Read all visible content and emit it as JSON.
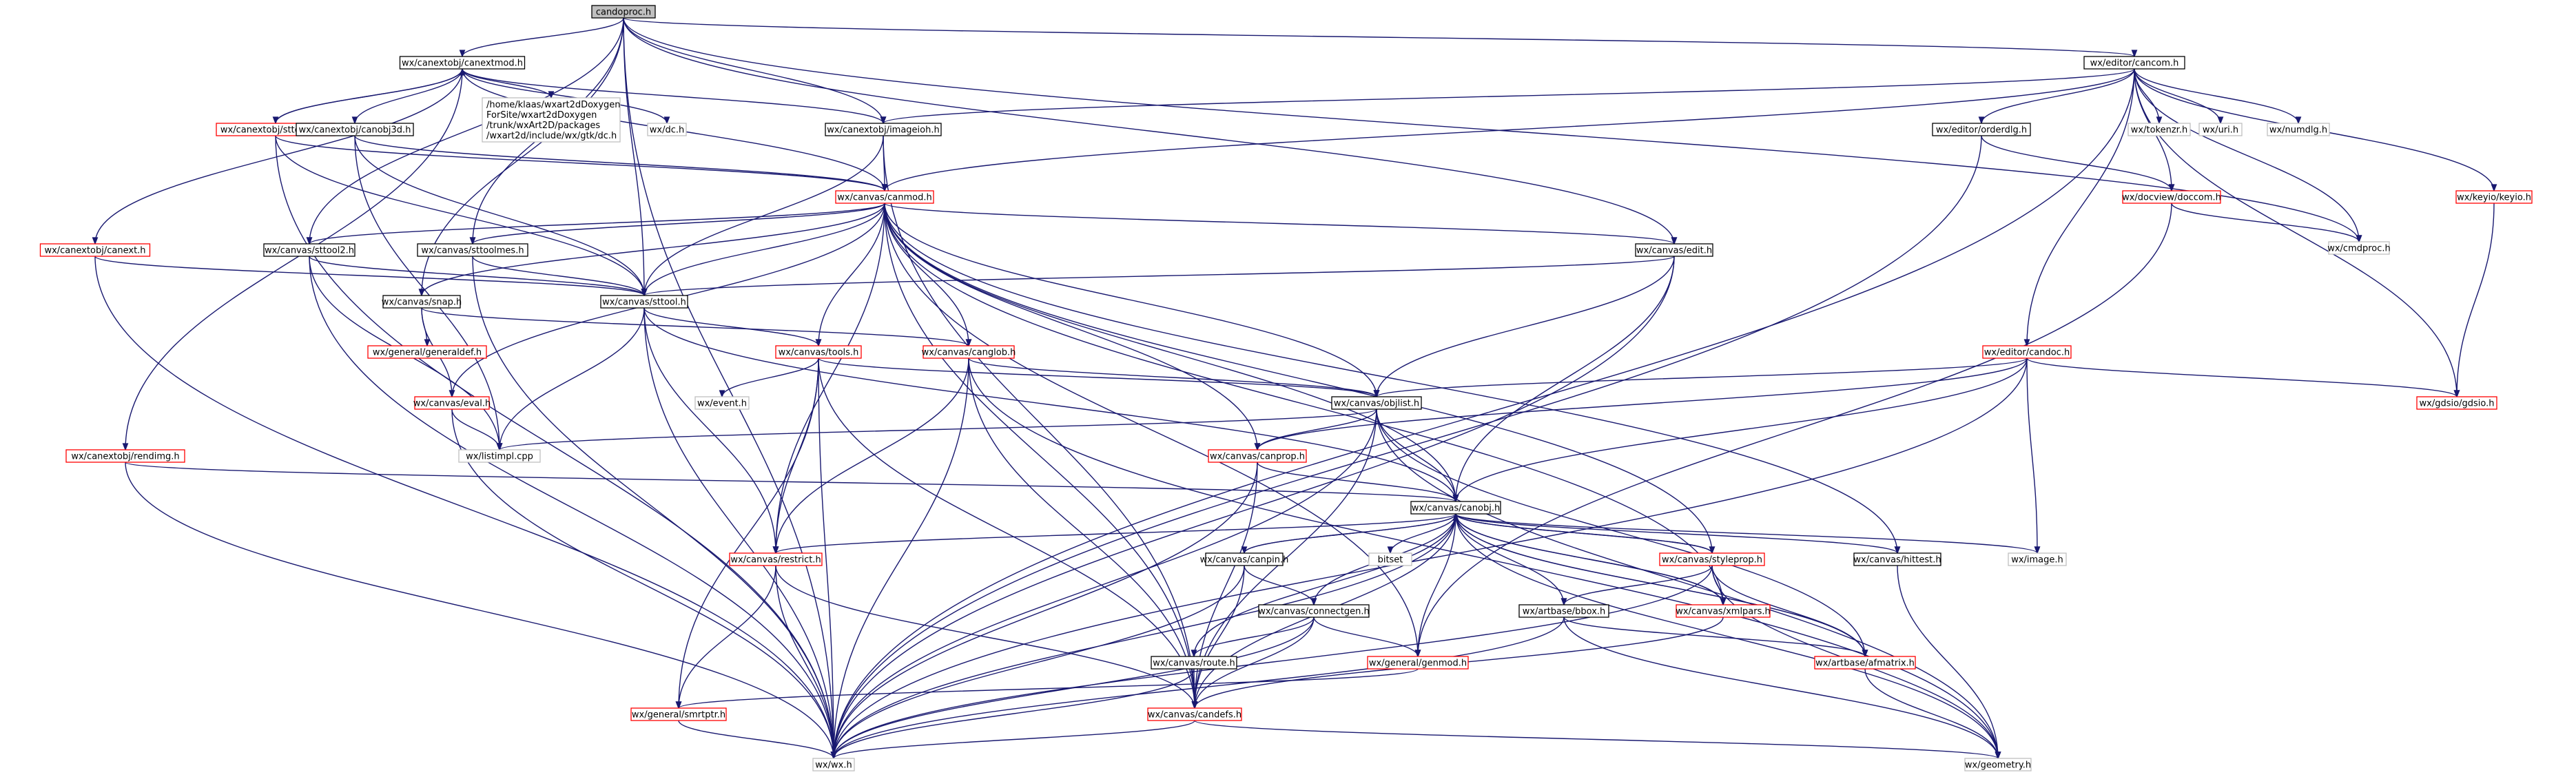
{
  "colors": {
    "background": "#ffffff",
    "root_fill": "#bfbfbf",
    "node_border_documented": "#000000",
    "node_border_has_more": "#ff0000",
    "node_border_external": "#bfbfbf",
    "edge_main": "#191970",
    "edge_light": "#a9a9a9",
    "edge_dark": "#000080",
    "text": "#000000"
  },
  "nodes": [
    {
      "id": "root",
      "label": "candoproc.h",
      "kind": "root"
    },
    {
      "id": "canextmod",
      "label": "wx/canextobj/canextmod.h",
      "kind": "doc"
    },
    {
      "id": "cancom",
      "label": "wx/editor/cancom.h",
      "kind": "doc"
    },
    {
      "id": "sttoolext",
      "label": "wx/canextobj/sttoolext.h",
      "kind": "more"
    },
    {
      "id": "canobj3d",
      "label": "wx/canextobj/canobj3d.h",
      "kind": "doc"
    },
    {
      "id": "gtkdc",
      "label": "/home/klaas/wxart2dDoxygen\nForSite/wxart2dDoxygen\n/trunk/wxArt2D/packages\n/wxart2d/include/wx/gtk/dc.h",
      "kind": "external"
    },
    {
      "id": "dch",
      "label": "wx/dc.h",
      "kind": "external"
    },
    {
      "id": "imageioh",
      "label": "wx/canextobj/imageioh.h",
      "kind": "doc"
    },
    {
      "id": "orderdlg",
      "label": "wx/editor/orderdlg.h",
      "kind": "doc"
    },
    {
      "id": "tokenzr",
      "label": "wx/tokenzr.h",
      "kind": "external"
    },
    {
      "id": "uri",
      "label": "wx/uri.h",
      "kind": "external"
    },
    {
      "id": "numdlg",
      "label": "wx/numdlg.h",
      "kind": "external"
    },
    {
      "id": "canext",
      "label": "wx/canextobj/canext.h",
      "kind": "more"
    },
    {
      "id": "canmod",
      "label": "wx/canvas/canmod.h",
      "kind": "more"
    },
    {
      "id": "docviewdoccom",
      "label": "wx/docview/doccom.h",
      "kind": "more"
    },
    {
      "id": "keyio",
      "label": "wx/keyio/keyio.h",
      "kind": "more"
    },
    {
      "id": "sttool2",
      "label": "wx/canvas/sttool2.h",
      "kind": "doc"
    },
    {
      "id": "sttoolmes",
      "label": "wx/canvas/sttoolmes.h",
      "kind": "doc"
    },
    {
      "id": "edit",
      "label": "wx/canvas/edit.h",
      "kind": "doc"
    },
    {
      "id": "cmdproc",
      "label": "wx/cmdproc.h",
      "kind": "external"
    },
    {
      "id": "snap",
      "label": "wx/canvas/snap.h",
      "kind": "doc"
    },
    {
      "id": "sttool",
      "label": "wx/canvas/sttool.h",
      "kind": "doc"
    },
    {
      "id": "generaldef",
      "label": "wx/general/generaldef.h",
      "kind": "more"
    },
    {
      "id": "tools",
      "label": "wx/canvas/tools.h",
      "kind": "more"
    },
    {
      "id": "canglob",
      "label": "wx/canvas/canglob.h",
      "kind": "more"
    },
    {
      "id": "candoc",
      "label": "wx/editor/candoc.h",
      "kind": "more"
    },
    {
      "id": "eventh",
      "label": "wx/event.h",
      "kind": "external"
    },
    {
      "id": "objlist",
      "label": "wx/canvas/objlist.h",
      "kind": "doc"
    },
    {
      "id": "eval",
      "label": "wx/canvas/eval.h",
      "kind": "more"
    },
    {
      "id": "gdsio",
      "label": "wx/gdsio/gdsio.h",
      "kind": "more"
    },
    {
      "id": "rendimg",
      "label": "wx/canextobj/rendimg.h",
      "kind": "more"
    },
    {
      "id": "listimpl",
      "label": "wx/listimpl.cpp",
      "kind": "external"
    },
    {
      "id": "canprop",
      "label": "wx/canvas/canprop.h",
      "kind": "more"
    },
    {
      "id": "canobj",
      "label": "wx/canvas/canobj.h",
      "kind": "doc"
    },
    {
      "id": "restrict",
      "label": "wx/canvas/restrict.h",
      "kind": "more"
    },
    {
      "id": "canpin",
      "label": "wx/canvas/canpin.h",
      "kind": "doc"
    },
    {
      "id": "bitset",
      "label": "bitset",
      "kind": "external"
    },
    {
      "id": "styleprop",
      "label": "wx/canvas/styleprop.h",
      "kind": "more"
    },
    {
      "id": "hittest",
      "label": "wx/canvas/hittest.h",
      "kind": "doc"
    },
    {
      "id": "image",
      "label": "wx/image.h",
      "kind": "external"
    },
    {
      "id": "connectgen",
      "label": "wx/canvas/connectgen.h",
      "kind": "doc"
    },
    {
      "id": "bbox",
      "label": "wx/artbase/bbox.h",
      "kind": "doc"
    },
    {
      "id": "xmlpars",
      "label": "wx/canvas/xmlpars.h",
      "kind": "more"
    },
    {
      "id": "route",
      "label": "wx/canvas/route.h",
      "kind": "doc"
    },
    {
      "id": "genmod",
      "label": "wx/general/genmod.h",
      "kind": "more"
    },
    {
      "id": "afmatrix",
      "label": "wx/artbase/afmatrix.h",
      "kind": "more"
    },
    {
      "id": "smrtptr",
      "label": "wx/general/smrtptr.h",
      "kind": "more"
    },
    {
      "id": "candefs",
      "label": "wx/canvas/candefs.h",
      "kind": "more"
    },
    {
      "id": "wxh",
      "label": "wx/wx.h",
      "kind": "external"
    },
    {
      "id": "geometry",
      "label": "wx/geometry.h",
      "kind": "external"
    }
  ],
  "edges": [
    {
      "from": "root",
      "to": "canextmod",
      "style": "main"
    },
    {
      "from": "root",
      "to": "cancom",
      "style": "main"
    },
    {
      "from": "root",
      "to": "imageioh",
      "style": "main"
    },
    {
      "from": "root",
      "to": "sttoolmes",
      "style": "main"
    },
    {
      "from": "root",
      "to": "sttool",
      "style": "main"
    },
    {
      "from": "root",
      "to": "edit",
      "style": "main"
    },
    {
      "from": "root",
      "to": "snap",
      "style": "main"
    },
    {
      "from": "root",
      "to": "sttool2",
      "style": "main"
    },
    {
      "from": "root",
      "to": "cmdproc",
      "style": "main"
    },
    {
      "from": "root",
      "to": "wxh",
      "style": "main"
    },
    {
      "from": "canextmod",
      "to": "sttoolext",
      "style": "main"
    },
    {
      "from": "canextmod",
      "to": "canobj3d",
      "style": "main"
    },
    {
      "from": "canextmod",
      "to": "gtkdc",
      "style": "main"
    },
    {
      "from": "canextmod",
      "to": "dch",
      "style": "main"
    },
    {
      "from": "canextmod",
      "to": "imageioh",
      "style": "main"
    },
    {
      "from": "canextmod",
      "to": "canext",
      "style": "main"
    },
    {
      "from": "canextmod",
      "to": "rendimg",
      "style": "main"
    },
    {
      "from": "canextmod",
      "to": "canmod",
      "style": "main"
    },
    {
      "from": "sttoolext",
      "to": "canextmod",
      "style": "main"
    },
    {
      "from": "sttoolext",
      "to": "canmod",
      "style": "main"
    },
    {
      "from": "sttoolext",
      "to": "sttool",
      "style": "main"
    },
    {
      "from": "sttoolext",
      "to": "wxh",
      "style": "main"
    },
    {
      "from": "canobj3d",
      "to": "canmod",
      "style": "main"
    },
    {
      "from": "canobj3d",
      "to": "sttool",
      "style": "main"
    },
    {
      "from": "canobj3d",
      "to": "listimpl",
      "style": "main"
    },
    {
      "from": "imageioh",
      "to": "canmod",
      "style": "main"
    },
    {
      "from": "imageioh",
      "to": "sttool",
      "style": "main"
    },
    {
      "from": "imageioh",
      "to": "candefs",
      "style": "main"
    },
    {
      "from": "cancom",
      "to": "imageioh",
      "style": "main"
    },
    {
      "from": "cancom",
      "to": "orderdlg",
      "style": "main"
    },
    {
      "from": "cancom",
      "to": "tokenzr",
      "style": "main"
    },
    {
      "from": "cancom",
      "to": "uri",
      "style": "main"
    },
    {
      "from": "cancom",
      "to": "numdlg",
      "style": "main"
    },
    {
      "from": "cancom",
      "to": "keyio",
      "style": "main"
    },
    {
      "from": "cancom",
      "to": "docviewdoccom",
      "style": "main"
    },
    {
      "from": "cancom",
      "to": "cmdproc",
      "style": "main"
    },
    {
      "from": "cancom",
      "to": "candoc",
      "style": "main"
    },
    {
      "from": "cancom",
      "to": "gdsio",
      "style": "main"
    },
    {
      "from": "cancom",
      "to": "canmod",
      "style": "main"
    },
    {
      "from": "cancom",
      "to": "wxh",
      "style": "main"
    },
    {
      "from": "orderdlg",
      "to": "docviewdoccom",
      "style": "main"
    },
    {
      "from": "orderdlg",
      "to": "wxh",
      "style": "main"
    },
    {
      "from": "docviewdoccom",
      "to": "cmdproc",
      "style": "main"
    },
    {
      "from": "docviewdoccom",
      "to": "genmod",
      "style": "main"
    },
    {
      "from": "keyio",
      "to": "gdsio",
      "style": "main"
    },
    {
      "from": "canext",
      "to": "sttool",
      "style": "main"
    },
    {
      "from": "canext",
      "to": "wxh",
      "style": "main"
    },
    {
      "from": "canmod",
      "to": "sttool2",
      "style": "main"
    },
    {
      "from": "canmod",
      "to": "sttoolmes",
      "style": "main"
    },
    {
      "from": "canmod",
      "to": "sttool",
      "style": "main"
    },
    {
      "from": "canmod",
      "to": "snap",
      "style": "main"
    },
    {
      "from": "canmod",
      "to": "edit",
      "style": "main"
    },
    {
      "from": "canmod",
      "to": "tools",
      "style": "main"
    },
    {
      "from": "canmod",
      "to": "canglob",
      "style": "main"
    },
    {
      "from": "canmod",
      "to": "objlist",
      "style": "main"
    },
    {
      "from": "canmod",
      "to": "canprop",
      "style": "main"
    },
    {
      "from": "canmod",
      "to": "canobj",
      "style": "main"
    },
    {
      "from": "canmod",
      "to": "restrict",
      "style": "main"
    },
    {
      "from": "canmod",
      "to": "styleprop",
      "style": "main"
    },
    {
      "from": "canmod",
      "to": "hittest",
      "style": "main"
    },
    {
      "from": "canmod",
      "to": "xmlpars",
      "style": "main"
    },
    {
      "from": "canmod",
      "to": "eval",
      "style": "main"
    },
    {
      "from": "canmod",
      "to": "genmod",
      "style": "main"
    },
    {
      "from": "canmod",
      "to": "candefs",
      "style": "main"
    },
    {
      "from": "sttool2",
      "to": "sttool",
      "style": "main"
    },
    {
      "from": "sttool2",
      "to": "listimpl",
      "style": "main"
    },
    {
      "from": "sttool2",
      "to": "wxh",
      "style": "main"
    },
    {
      "from": "sttoolmes",
      "to": "sttool",
      "style": "main"
    },
    {
      "from": "sttoolmes",
      "to": "wxh",
      "style": "main"
    },
    {
      "from": "snap",
      "to": "generaldef",
      "style": "main"
    },
    {
      "from": "snap",
      "to": "eval",
      "style": "main"
    },
    {
      "from": "snap",
      "to": "canglob",
      "style": "main"
    },
    {
      "from": "edit",
      "to": "sttool",
      "style": "main"
    },
    {
      "from": "edit",
      "to": "objlist",
      "style": "main"
    },
    {
      "from": "edit",
      "to": "canobj",
      "style": "main"
    },
    {
      "from": "edit",
      "to": "wxh",
      "style": "main"
    },
    {
      "from": "sttool",
      "to": "tools",
      "style": "main"
    },
    {
      "from": "sttool",
      "to": "listimpl",
      "style": "main"
    },
    {
      "from": "sttool",
      "to": "restrict",
      "style": "main"
    },
    {
      "from": "sttool",
      "to": "canobj",
      "style": "main"
    },
    {
      "from": "sttool",
      "to": "wxh",
      "style": "main"
    },
    {
      "from": "tools",
      "to": "eventh",
      "style": "main"
    },
    {
      "from": "tools",
      "to": "objlist",
      "style": "main"
    },
    {
      "from": "tools",
      "to": "restrict",
      "style": "main"
    },
    {
      "from": "tools",
      "to": "smrtptr",
      "style": "main"
    },
    {
      "from": "tools",
      "to": "candefs",
      "style": "main"
    },
    {
      "from": "tools",
      "to": "wxh",
      "style": "main"
    },
    {
      "from": "canglob",
      "to": "objlist",
      "style": "main"
    },
    {
      "from": "canglob",
      "to": "restrict",
      "style": "main"
    },
    {
      "from": "canglob",
      "to": "candefs",
      "style": "main"
    },
    {
      "from": "canglob",
      "to": "wxh",
      "style": "main"
    },
    {
      "from": "canglob",
      "to": "geometry",
      "style": "main"
    },
    {
      "from": "candoc",
      "to": "objlist",
      "style": "main"
    },
    {
      "from": "candoc",
      "to": "canprop",
      "style": "main"
    },
    {
      "from": "candoc",
      "to": "canobj",
      "style": "main"
    },
    {
      "from": "candoc",
      "to": "gdsio",
      "style": "main"
    },
    {
      "from": "candoc",
      "to": "image",
      "style": "main"
    },
    {
      "from": "candoc",
      "to": "wxh",
      "style": "main"
    },
    {
      "from": "objlist",
      "to": "listimpl",
      "style": "main"
    },
    {
      "from": "objlist",
      "to": "canprop",
      "style": "main"
    },
    {
      "from": "objlist",
      "to": "canobj",
      "style": "main"
    },
    {
      "from": "objlist",
      "to": "afmatrix",
      "style": "main"
    },
    {
      "from": "objlist",
      "to": "candefs",
      "style": "main"
    },
    {
      "from": "objlist",
      "to": "wxh",
      "style": "main"
    },
    {
      "from": "objlist",
      "to": "geometry",
      "style": "main"
    },
    {
      "from": "eval",
      "to": "listimpl",
      "style": "main"
    },
    {
      "from": "eval",
      "to": "wxh",
      "style": "main"
    },
    {
      "from": "rendimg",
      "to": "canobj",
      "style": "main"
    },
    {
      "from": "rendimg",
      "to": "wxh",
      "style": "main"
    },
    {
      "from": "canprop",
      "to": "canobj",
      "style": "main"
    },
    {
      "from": "canprop",
      "to": "candefs",
      "style": "main"
    },
    {
      "from": "canprop",
      "to": "wxh",
      "style": "main"
    },
    {
      "from": "canobj",
      "to": "restrict",
      "style": "main"
    },
    {
      "from": "canobj",
      "to": "canpin",
      "style": "main"
    },
    {
      "from": "canobj",
      "to": "bitset",
      "style": "main"
    },
    {
      "from": "canobj",
      "to": "styleprop",
      "style": "main"
    },
    {
      "from": "canobj",
      "to": "hittest",
      "style": "main"
    },
    {
      "from": "canobj",
      "to": "image",
      "style": "main"
    },
    {
      "from": "canobj",
      "to": "connectgen",
      "style": "main"
    },
    {
      "from": "canobj",
      "to": "bbox",
      "style": "main"
    },
    {
      "from": "canobj",
      "to": "xmlpars",
      "style": "main"
    },
    {
      "from": "canobj",
      "to": "route",
      "style": "main"
    },
    {
      "from": "canobj",
      "to": "genmod",
      "style": "main"
    },
    {
      "from": "canobj",
      "to": "afmatrix",
      "style": "main"
    },
    {
      "from": "canobj",
      "to": "candefs",
      "style": "main"
    },
    {
      "from": "canobj",
      "to": "wxh",
      "style": "main"
    },
    {
      "from": "canobj",
      "to": "geometry",
      "style": "main"
    },
    {
      "from": "restrict",
      "to": "smrtptr",
      "style": "main"
    },
    {
      "from": "restrict",
      "to": "candefs",
      "style": "main"
    },
    {
      "from": "restrict",
      "to": "wxh",
      "style": "main"
    },
    {
      "from": "canpin",
      "to": "canobj",
      "style": "main"
    },
    {
      "from": "canpin",
      "to": "connectgen",
      "style": "main"
    },
    {
      "from": "canpin",
      "to": "candefs",
      "style": "main"
    },
    {
      "from": "canpin",
      "to": "wxh",
      "style": "main"
    },
    {
      "from": "styleprop",
      "to": "canobj",
      "style": "main"
    },
    {
      "from": "styleprop",
      "to": "bbox",
      "style": "main"
    },
    {
      "from": "styleprop",
      "to": "xmlpars",
      "style": "main"
    },
    {
      "from": "styleprop",
      "to": "afmatrix",
      "style": "main"
    },
    {
      "from": "styleprop",
      "to": "wxh",
      "style": "main"
    },
    {
      "from": "styleprop",
      "to": "geometry",
      "style": "main"
    },
    {
      "from": "hittest",
      "to": "geometry",
      "style": "main"
    },
    {
      "from": "connectgen",
      "to": "route",
      "style": "main"
    },
    {
      "from": "connectgen",
      "to": "genmod",
      "style": "main"
    },
    {
      "from": "connectgen",
      "to": "candefs",
      "style": "main"
    },
    {
      "from": "connectgen",
      "to": "wxh",
      "style": "main"
    },
    {
      "from": "bbox",
      "to": "afmatrix",
      "style": "main"
    },
    {
      "from": "bbox",
      "to": "wxh",
      "style": "main"
    },
    {
      "from": "bbox",
      "to": "geometry",
      "style": "main"
    },
    {
      "from": "xmlpars",
      "to": "canobj",
      "style": "main"
    },
    {
      "from": "xmlpars",
      "to": "candefs",
      "style": "main"
    },
    {
      "from": "route",
      "to": "candefs",
      "style": "main"
    },
    {
      "from": "route",
      "to": "wxh",
      "style": "main"
    },
    {
      "from": "genmod",
      "to": "smrtptr",
      "style": "main"
    },
    {
      "from": "afmatrix",
      "to": "canobj",
      "style": "main"
    },
    {
      "from": "afmatrix",
      "to": "geometry",
      "style": "main"
    },
    {
      "from": "candefs",
      "to": "wxh",
      "style": "main"
    },
    {
      "from": "candefs",
      "to": "geometry",
      "style": "main"
    },
    {
      "from": "smrtptr",
      "to": "wxh",
      "style": "main"
    }
  ]
}
